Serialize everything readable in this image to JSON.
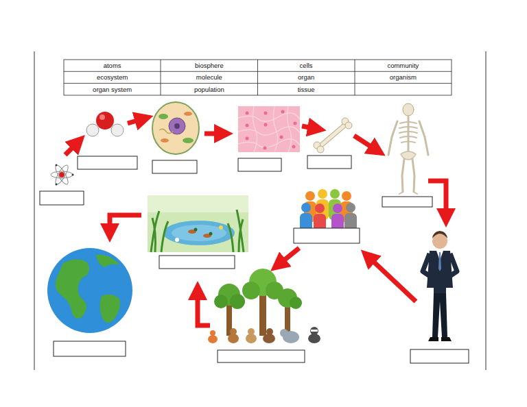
{
  "diagram": {
    "labels": [
      "atoms",
      "biosphere",
      "cells",
      "community",
      "ecosystem",
      "molecule",
      "organ",
      "organism",
      "organ system",
      "population",
      "tissue"
    ]
  }
}
